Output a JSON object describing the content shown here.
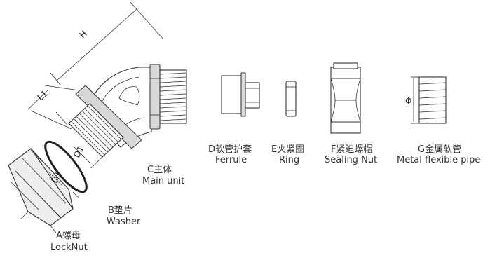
{
  "dimensions": {
    "h": "H",
    "l1": "L1",
    "d1_nut": "D1",
    "d1_thread": "D1",
    "phi": "Φ"
  },
  "parts": {
    "a": {
      "cn": "A螺母",
      "en": "LockNut"
    },
    "b": {
      "cn": "B垫片",
      "en": "Washer"
    },
    "c": {
      "cn": "C主体",
      "en": "Main unit"
    },
    "d": {
      "cn": "D软管护套",
      "en": "Ferrule"
    },
    "e": {
      "cn": "E夹紧圈",
      "en": "Ring"
    },
    "f": {
      "cn": "F紧迫螺帽",
      "en": "Sealing Nut"
    },
    "g": {
      "cn": "G金属软管",
      "en": "Metal flexible pipe"
    }
  }
}
